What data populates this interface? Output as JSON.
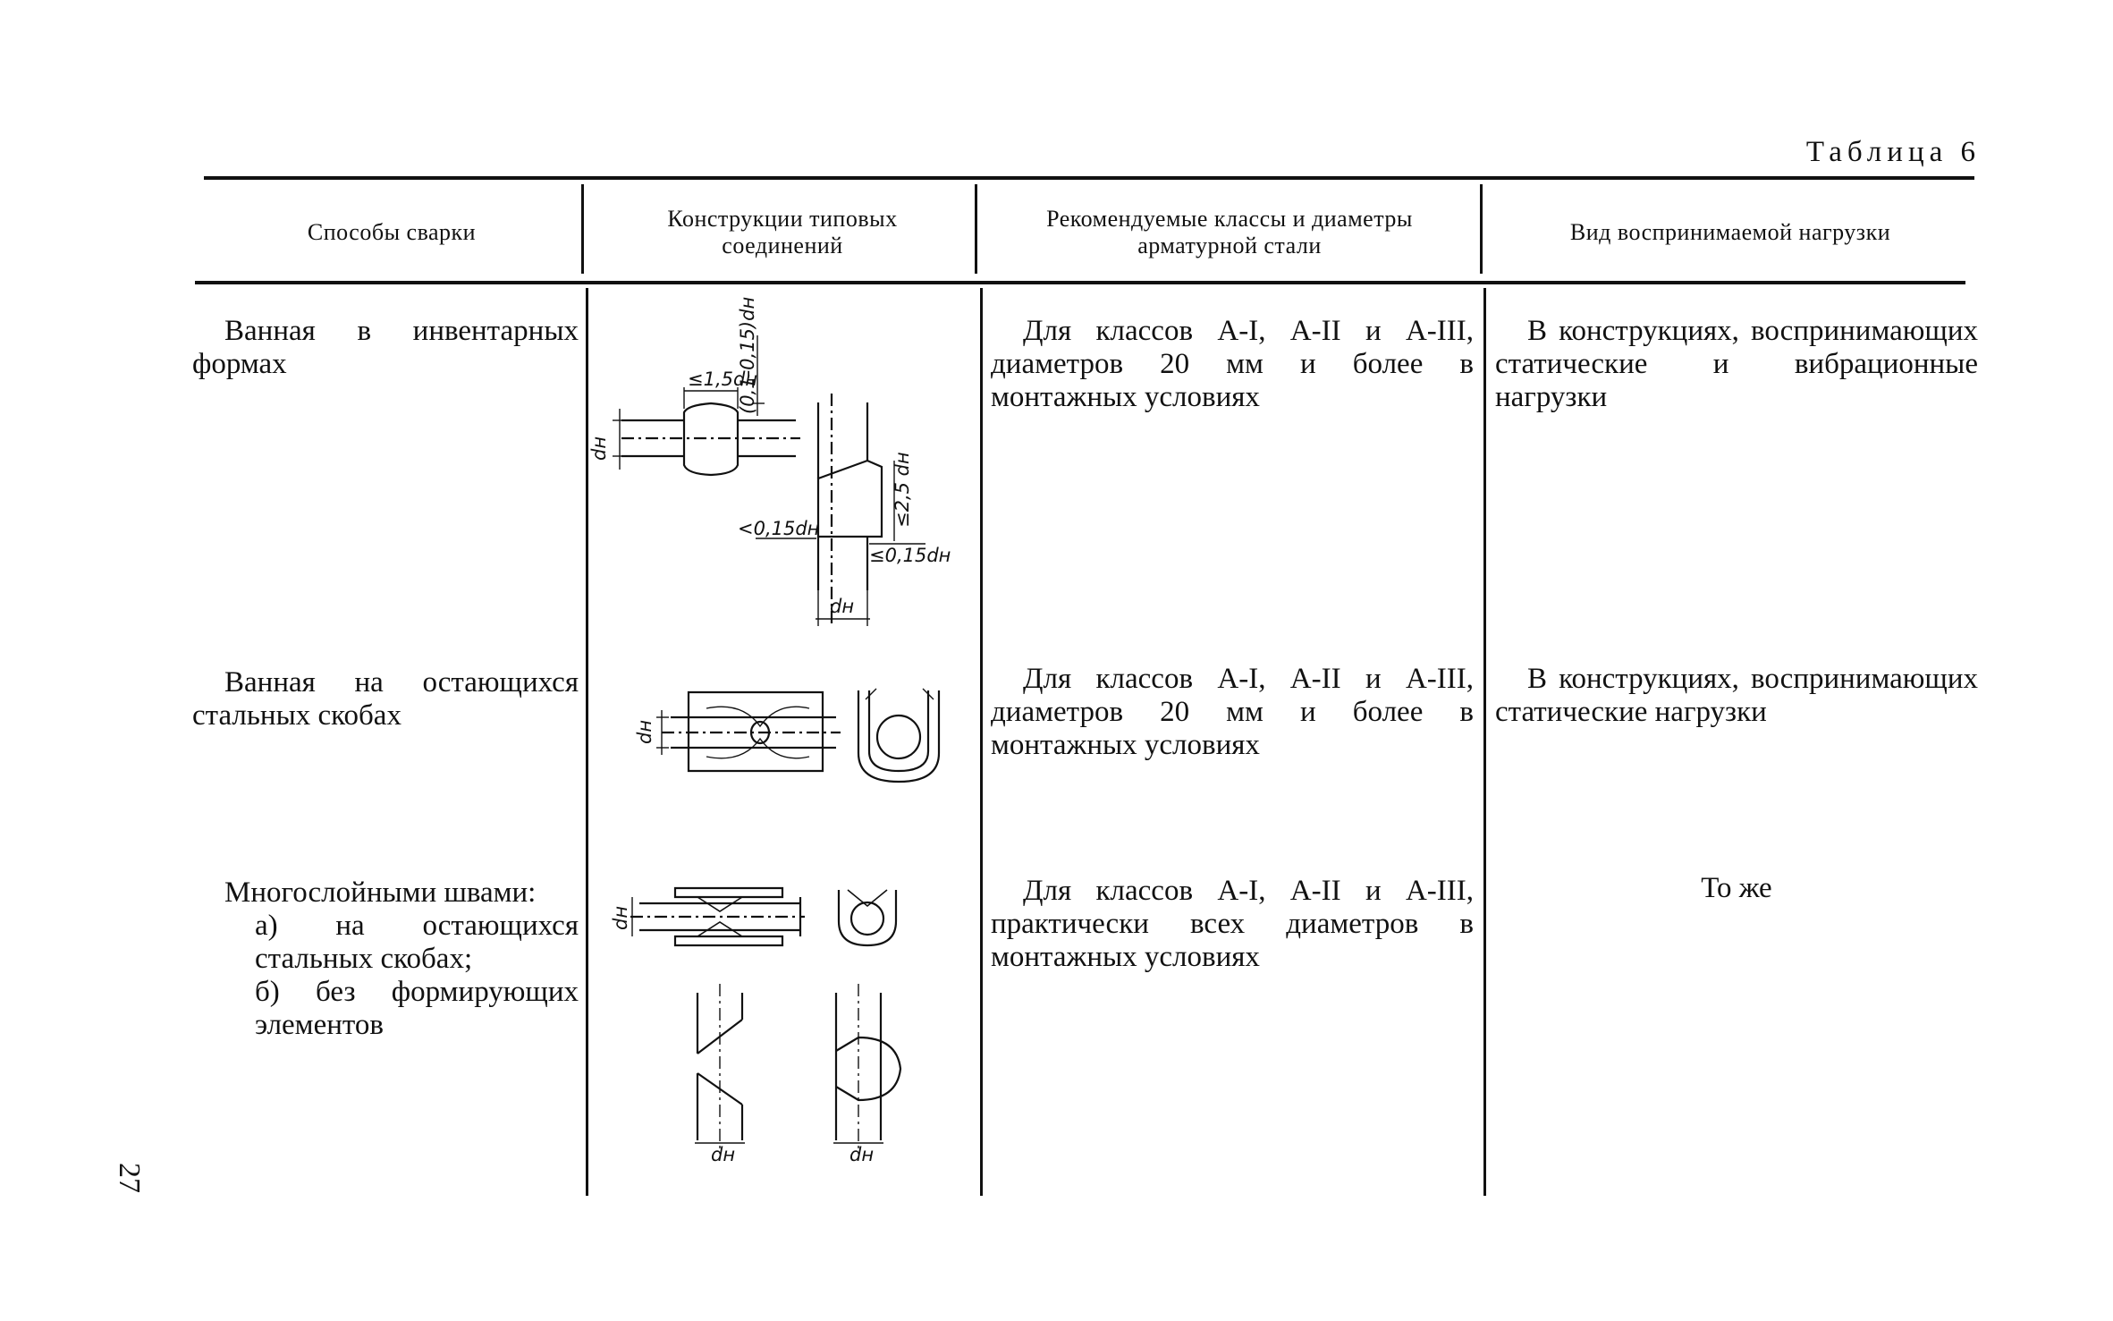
{
  "table_label": "Таблица 6",
  "page_number": "27",
  "headers": {
    "method": "Способы сварки",
    "construction": "Конструкции типовых соединений",
    "steel": "Рекомендуемые классы и диаметры арматурной стали",
    "load": "Вид воспринимаемой нагрузки"
  },
  "rows": [
    {
      "method": "Ванная в инвентарных формах",
      "steel": "Для классов А-I, А-II и А-III, диаметров 20 мм и более в монтажных условиях",
      "load": "В конструкциях, воспринимающих статические и вибрационные нагрузки"
    },
    {
      "method": "Ванная на остающихся стальных скобах",
      "steel": "Для классов А-I, А-II и А-III, диаметров 20 мм и более в монтажных условиях",
      "load": "В конструкциях, воспринимающих статические нагрузки"
    },
    {
      "method": "Многослойными швами:",
      "method_a": "а) на остающихся стальных скобах;",
      "method_b": "б) без формирующих элементов",
      "steel": "Для классов А-I, А-II и А-III, практически всех диаметров в монтажных условиях",
      "load": "То же"
    }
  ],
  "dimension_labels": {
    "dn": "dн",
    "len_1_5": "≤1,5dн",
    "gap": "(0,1-0,15)dн",
    "offset_left": "<0,15dн",
    "height_2_5": "≤2,5 dн",
    "offset_right": "≤0,15dн"
  }
}
